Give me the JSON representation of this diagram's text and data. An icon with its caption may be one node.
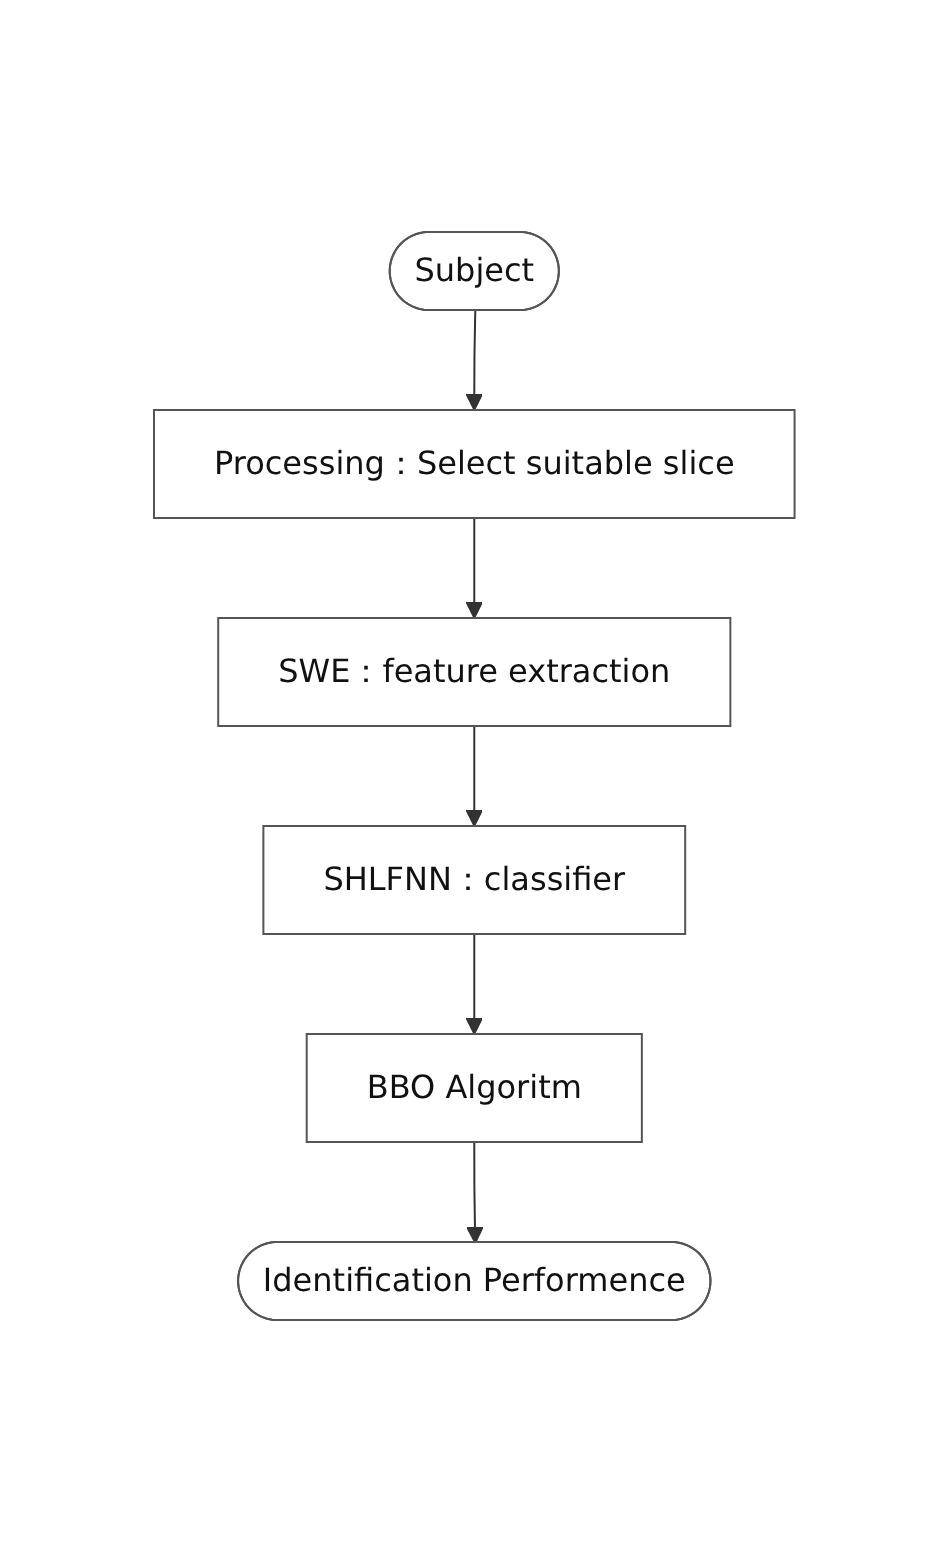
{
  "diagram": {
    "nodes": [
      {
        "text": [
          "Subject"
        ]
      },
      {
        "text": [
          "Processing：Select suitable slice"
        ]
      },
      {
        "text": [
          "SWE：feature extraction"
        ]
      },
      {
        "text": [
          "SHLFNN：classifier"
        ]
      },
      {
        "text": [
          "BBO Algoritm"
        ]
      },
      {
        "text": [
          "Identification Performence"
        ]
      }
    ],
    "edges": [
      {
        "from": 0,
        "to": 1,
        "arrow": "to"
      },
      {
        "from": 1,
        "to": 2,
        "arrow": "to"
      },
      {
        "from": 2,
        "to": 3,
        "arrow": "to"
      },
      {
        "from": 3,
        "to": 4,
        "arrow": "to"
      },
      {
        "from": 4,
        "to": 5,
        "arrow": "to"
      }
    ]
  }
}
